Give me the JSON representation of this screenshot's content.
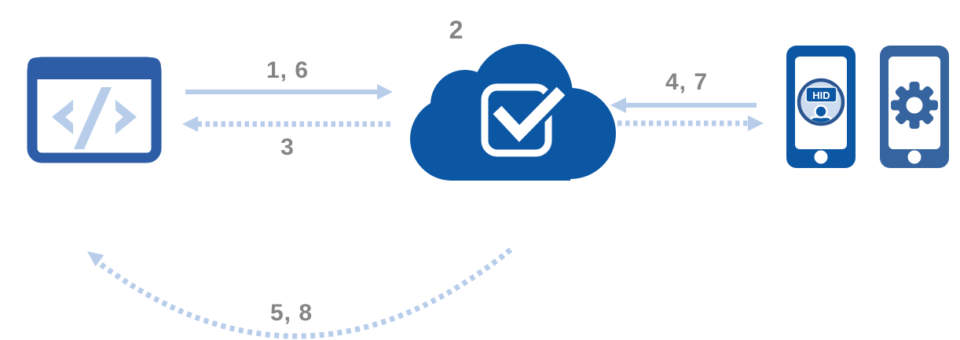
{
  "diagram": {
    "description": "Mobile access credential issuance flow between a developer application, a cloud validation service, and mobile devices",
    "labels": {
      "step_1_6": "1, 6",
      "step_2": "2",
      "step_3": "3",
      "step_4_7": "4, 7",
      "step_5_8": "5, 8"
    },
    "hid_badge_label": "HID",
    "nodes": [
      {
        "name": "code-window",
        "icon": "code-window-icon"
      },
      {
        "name": "cloud-service",
        "icon": "cloud-check-icon",
        "step_label": "2"
      },
      {
        "name": "phone-hid-app",
        "icon": "phone-hid-icon",
        "badge": "HID"
      },
      {
        "name": "phone-settings",
        "icon": "phone-gear-icon"
      }
    ],
    "arrows": [
      {
        "label": "1, 6",
        "from": "code-window",
        "to": "cloud-service",
        "style": "solid"
      },
      {
        "label": "3",
        "from": "cloud-service",
        "to": "code-window",
        "style": "dashed"
      },
      {
        "label": "4, 7",
        "from": "phone-hid-app",
        "to": "cloud-service",
        "style": "solid"
      },
      {
        "label": "",
        "from": "cloud-service",
        "to": "phone-hid-app",
        "style": "dashed"
      },
      {
        "label": "5, 8",
        "from": "cloud-service",
        "to": "code-window",
        "style": "dashed-curved"
      }
    ],
    "colors": {
      "dark_blue": "#0c57a4",
      "window_blue": "#2d5da6",
      "muted_blue": "#35649e",
      "light_blue": "#b7cdea",
      "badge_fill": "#cddcee",
      "badge_ring": "#2a5590",
      "label_gray": "#858585"
    }
  }
}
